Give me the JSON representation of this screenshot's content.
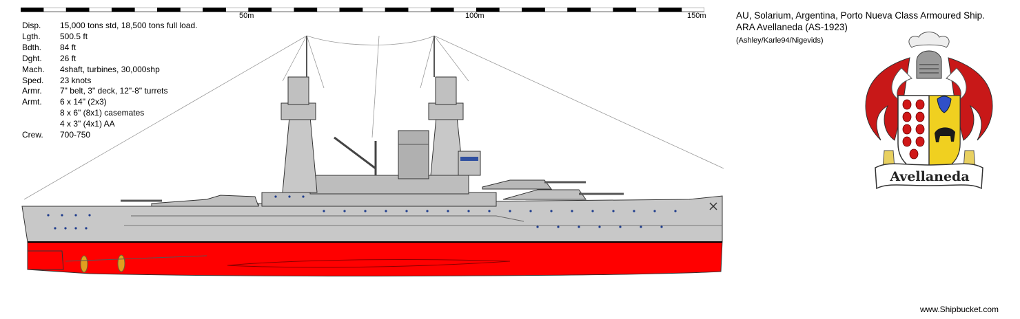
{
  "scale": {
    "labels": [
      "50m",
      "100m",
      "150m"
    ]
  },
  "specs": [
    {
      "key": "Disp.",
      "value": "15,000 tons std, 18,500 tons full load."
    },
    {
      "key": "Lgth.",
      "value": "500.5 ft"
    },
    {
      "key": "Bdth.",
      "value": "84 ft"
    },
    {
      "key": "Dght.",
      "value": "26 ft"
    },
    {
      "key": "Mach.",
      "value": "4shaft, turbines, 30,000shp"
    },
    {
      "key": "Sped.",
      "value": "23 knots"
    },
    {
      "key": "Armr.",
      "value": "7\" belt, 3\" deck, 12\"-8\" turrets"
    },
    {
      "key": "Armt.",
      "value": "6 x 14\" (2x3)"
    },
    {
      "key": "",
      "value": "8 x 6\" (8x1) casemates"
    },
    {
      "key": "",
      "value": "4 x 3\" (4x1) AA"
    },
    {
      "key": "Crew.",
      "value": "700-750"
    }
  ],
  "title": {
    "line1": "AU, Solarium, Argentina, Porto Nueva Class Armoured Ship.",
    "line2": "ARA Avellaneda (AS-1923)"
  },
  "credit": "(Ashley/Karle94/Nigevids)",
  "coat_of_arms": {
    "motto": "Avellaneda"
  },
  "footer": "www.Shipbucket.com",
  "colors": {
    "hull_upper": "#c8c8c8",
    "hull_lower": "#ff0000",
    "outline": "#404040",
    "portholes": "#1e3c8c",
    "propellers": "#e0a020"
  }
}
